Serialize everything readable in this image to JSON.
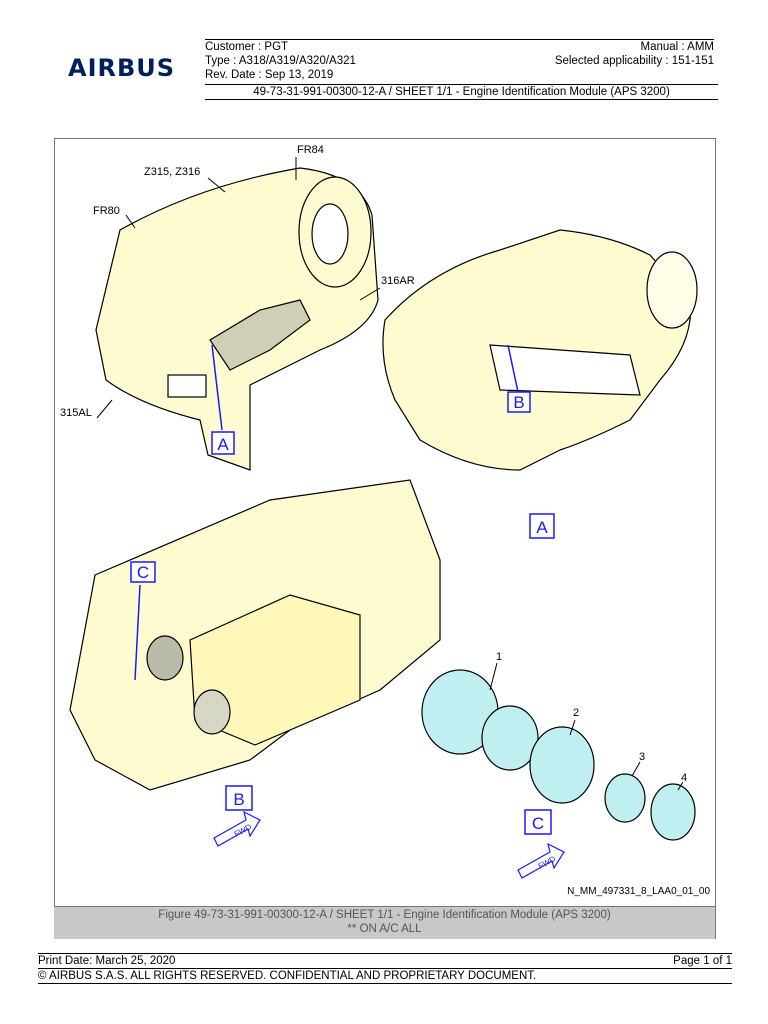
{
  "header": {
    "logo": "AIRBUS",
    "customer": "Customer : PGT",
    "manual": "Manual : AMM",
    "type": "Type : A318/A319/A320/A321",
    "applicability": "Selected applicability : 151-151",
    "rev_date": "Rev. Date : Sep 13, 2019",
    "title": "49-73-31-991-00300-12-A / SHEET 1/1 - Engine Identification Module (APS 3200)"
  },
  "figure": {
    "labels": {
      "fr84": "FR84",
      "z315": "Z315, Z316",
      "fr80": "FR80",
      "ar316": "316AR",
      "al315": "315AL"
    },
    "view_boxes": {
      "a1": "A",
      "b1": "B",
      "a2": "A",
      "c1": "C",
      "b2": "B",
      "c2": "C"
    },
    "items": {
      "i1": "1",
      "i2": "2",
      "i3": "3",
      "i4": "4"
    },
    "fwd": "FWD",
    "ref": "N_MM_497331_8_LAA0_01_00",
    "caption_line1": "Figure 49-73-31-991-00300-12-A / SHEET 1/1 - Engine Identification Module (APS 3200)",
    "caption_line2": "** ON A/C ALL"
  },
  "footer": {
    "print_date": "Print Date: March 25, 2020",
    "page": "Page 1 of 1",
    "copyright": "© AIRBUS S.A.S. ALL RIGHTS RESERVED. CONFIDENTIAL AND PROPRIETARY DOCUMENT."
  },
  "colors": {
    "fill": "#fffbd0",
    "blue": "#1a1aff",
    "connector": "#bfeff0"
  }
}
